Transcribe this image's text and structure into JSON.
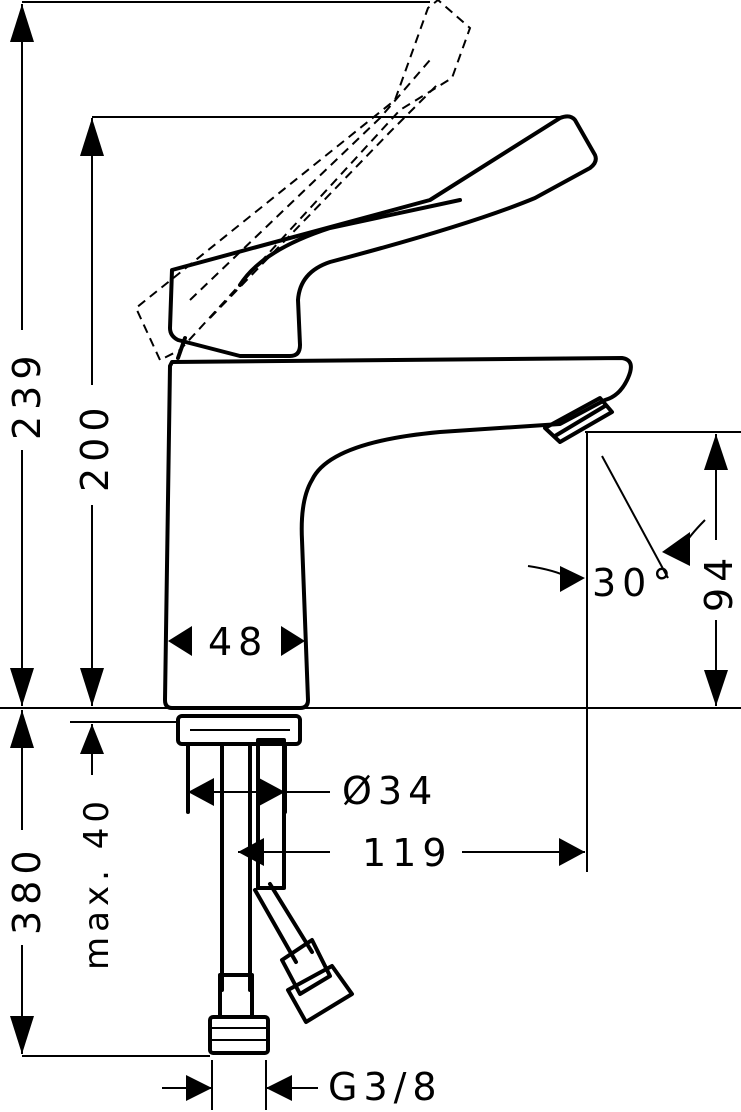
{
  "drawing": {
    "dimensions": {
      "total_height": "239",
      "spout_height": "200",
      "below_deck": "380",
      "max_deck_thickness": "max. 40",
      "body_width": "48",
      "outlet_height": "94",
      "outlet_angle": "30°",
      "shank_diameter": "Ø34",
      "projection": "119",
      "connection_thread": "G3/8"
    }
  }
}
